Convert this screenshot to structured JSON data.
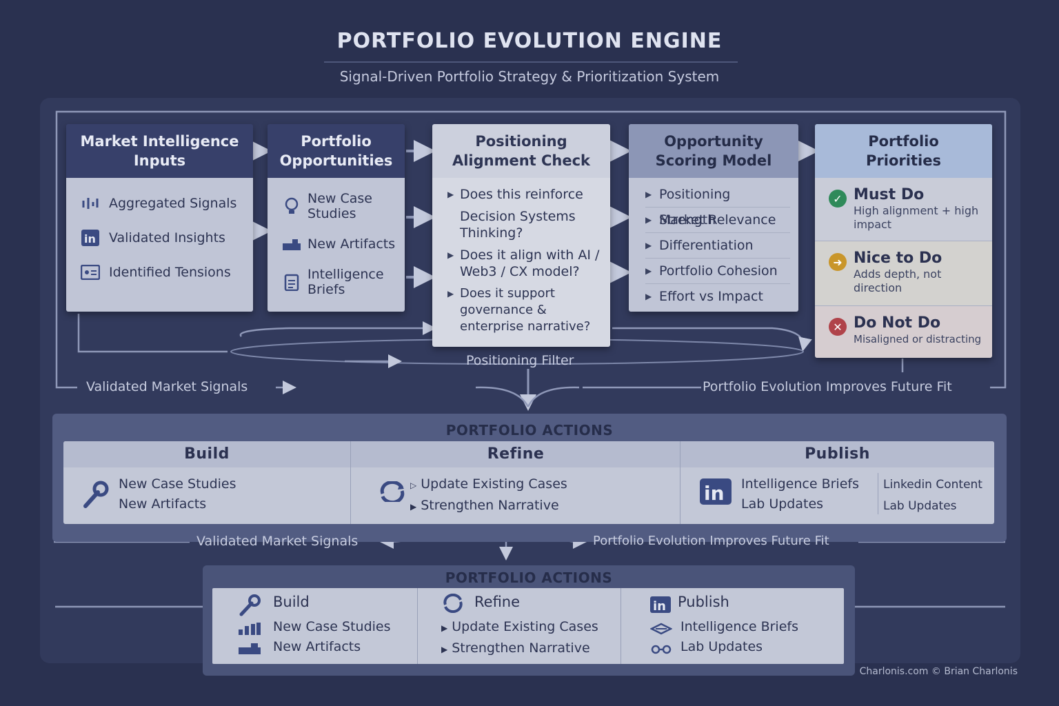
{
  "header": {
    "title": "PORTFOLIO EVOLUTION ENGINE",
    "subtitle": "Signal-Driven Portfolio Strategy & Prioritization System"
  },
  "cards": {
    "market": {
      "title": "Market Intelligence Inputs",
      "items": [
        {
          "label": "Aggregated Signals",
          "icon": "signal-sliders-icon"
        },
        {
          "label": "Validated Insights",
          "icon": "linkedin-icon"
        },
        {
          "label": "Identified Tensions",
          "icon": "id-card-icon"
        }
      ]
    },
    "opportunities": {
      "title": "Portfolio Opportunities",
      "items": [
        {
          "label": "New Case Studies",
          "icon": "lightbulb-icon"
        },
        {
          "label": "New Artifacts",
          "icon": "artifact-icon"
        },
        {
          "label": "Intelligence Briefs",
          "icon": "clipboard-icon"
        }
      ]
    },
    "positioning": {
      "title": "Positioning Alignment Check",
      "questions": [
        "Does this reinforce",
        "Decision Systems Thinking?",
        "Does it align with AI / Web3 / CX model?",
        "Does it support governance & enterprise narrative?"
      ]
    },
    "scoring": {
      "title": "Opportunity Scoring Model",
      "items": [
        "Positioning Strength",
        "Market Relevance",
        "Differentiation",
        "Portfolio Cohesion",
        "Effort vs Impact"
      ]
    },
    "priorities": {
      "title": "Portfolio Priorities",
      "tiers": [
        {
          "title": "Must Do",
          "desc": "High alignment + high impact",
          "color": "#2f8a5a",
          "icon": "check-icon"
        },
        {
          "title": "Nice to Do",
          "desc": "Adds depth, not direction",
          "color": "#c9962a",
          "icon": "arrow-right-icon"
        },
        {
          "title": "Do Not Do",
          "desc": "Misaligned or distracting",
          "color": "#b0434a",
          "icon": "x-icon"
        }
      ]
    }
  },
  "flow": {
    "positioning_filter": "Positioning Filter",
    "validated_signals": "Validated Market Signals",
    "evolution_improves": "Portfolio Evolution Improves Future Fit"
  },
  "actions_1": {
    "title": "PORTFOLIO ACTIONS",
    "build": {
      "head": "Build",
      "items": [
        "New Case Studies",
        "New Artifacts"
      ],
      "icon": "wrench-icon"
    },
    "refine": {
      "head": "Refine",
      "items": [
        "Update Existing Cases",
        "Strengthen Narrative"
      ],
      "icon": "refresh-icon"
    },
    "publish": {
      "head": "Publish",
      "items": [
        "Intelligence Briefs",
        "Lab Updates"
      ],
      "extra": [
        "Linkedin Content",
        "Lab Updates"
      ],
      "icon": "linkedin-icon"
    }
  },
  "actions_2": {
    "title": "PORTFOLIO ACTIONS",
    "build": {
      "head": "Build",
      "items": [
        "New Case Studies",
        "New Artifacts"
      ]
    },
    "refine": {
      "head": "Refine",
      "items": [
        "Update Existing Cases",
        "Strengthen Narrative"
      ]
    },
    "publish": {
      "head": "Publish",
      "items": [
        "Intelligence Briefs",
        "Lab Updates"
      ]
    }
  },
  "footer": "Charlonis.com © Brian Charlonis",
  "colors": {
    "background": "#2a3150",
    "panel": "#323a5c",
    "card_body": "#c0c5d6",
    "accent_blue": "#a8bad9"
  }
}
